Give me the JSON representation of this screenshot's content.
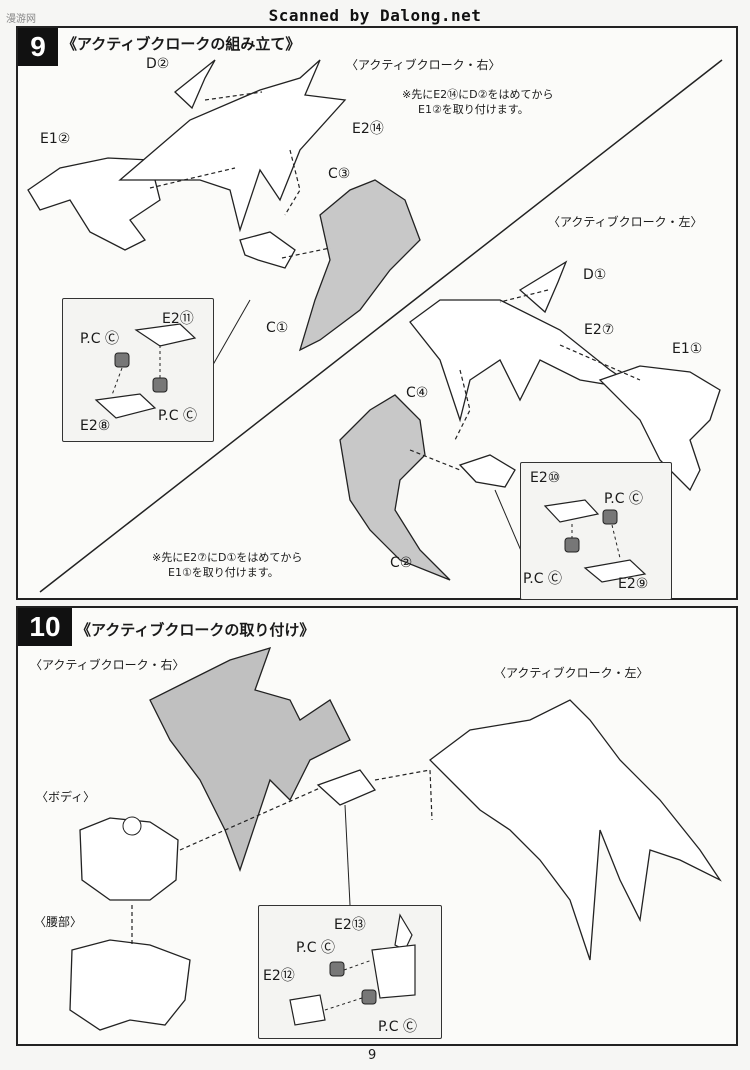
{
  "header": {
    "scanned": "Scanned by Dalong.net",
    "watermark": "漫游网"
  },
  "step9": {
    "number": "9",
    "title": "《アクティブクロークの組み立て》",
    "right_cloak_label": "〈アクティブクローク・右〉",
    "left_cloak_label": "〈アクティブクローク・左〉",
    "note_right_line1": "※先にE2⑭にD②をはめてから",
    "note_right_line2": "E1②を取り付けます。",
    "note_left_line1": "※先にE2⑦にD①をはめてから",
    "note_left_line2": "E1①を取り付けます。",
    "parts": {
      "d2": "D②",
      "e1_2": "E1②",
      "e2_14": "E2⑭",
      "c3": "C③",
      "c1": "C①",
      "e2_11": "E2⑪",
      "pc_a": "P.C Ⓒ",
      "pc_b": "P.C Ⓒ",
      "e2_8": "E2⑧",
      "d1": "D①",
      "e2_7": "E2⑦",
      "e1_1": "E1①",
      "c4": "C④",
      "c2": "C②",
      "e2_10": "E2⑩",
      "pc_c": "P.C Ⓒ",
      "pc_d": "P.C Ⓒ",
      "e2_9": "E2⑨"
    }
  },
  "step10": {
    "number": "10",
    "title": "《アクティブクロークの取り付け》",
    "right_cloak_label": "〈アクティブクローク・右〉",
    "left_cloak_label": "〈アクティブクローク・左〉",
    "body_label": "〈ボディ〉",
    "waist_label": "〈腰部〉",
    "parts": {
      "e2_13": "E2⑬",
      "pc_a": "P.C Ⓒ",
      "e2_12": "E2⑫",
      "pc_b": "P.C Ⓒ"
    }
  },
  "footer": {
    "page_number": "9"
  }
}
